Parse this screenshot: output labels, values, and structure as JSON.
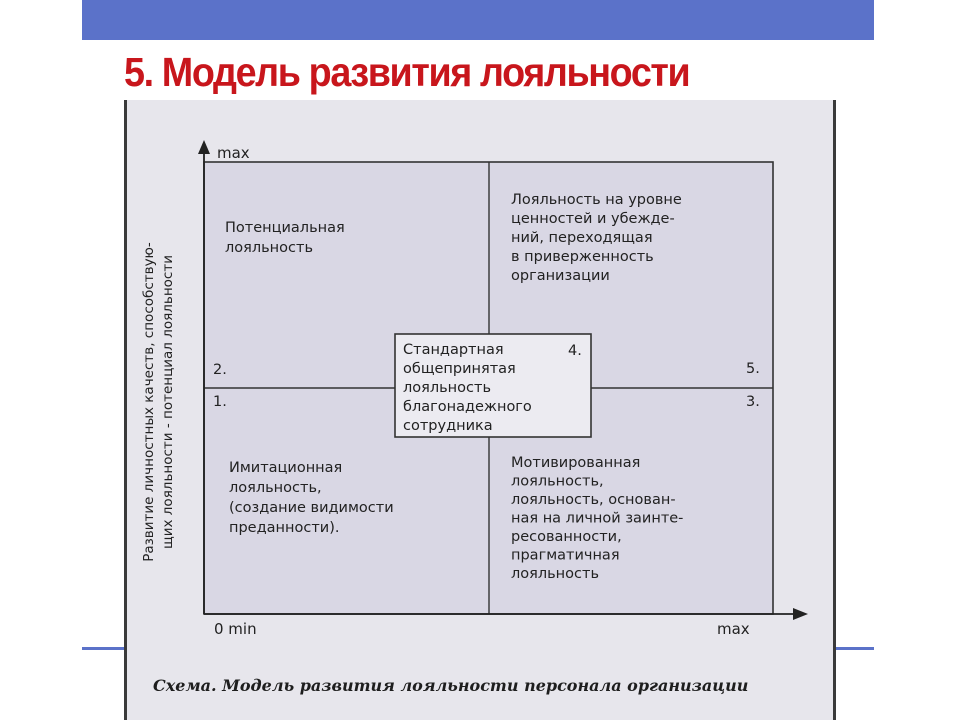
{
  "slide": {
    "title": "5. Модель развития  лояльности",
    "caption": "Схема. Модель развития лояльности персонала организации"
  },
  "axes": {
    "y_max": "max",
    "x_max": "max",
    "origin": "0 min",
    "y_label_line1": "Развитие личностных качеств, способствую-",
    "y_label_line2": "щих лояльности - потенциал лояльности"
  },
  "quadrants": {
    "top_left": [
      "Потенциальная",
      "лояльность"
    ],
    "top_right": [
      "Лояльность на уровне",
      "ценностей и убежде-",
      "ний, переходящая",
      "в приверженность",
      "организации"
    ],
    "bottom_left": [
      "Имитационная",
      "лояльность,",
      "(создание видимости",
      "преданности)."
    ],
    "bottom_right": [
      "Мотивированная",
      "лояльность,",
      "лояльность, основан-",
      "ная на личной заинте-",
      "ресованности,",
      "прагматичная",
      "лояльность"
    ],
    "center": [
      "Стандартная",
      "общепринятая",
      "лояльность",
      "благонадежного",
      "сотрудника"
    ]
  },
  "numbers": {
    "n1": "1.",
    "n2": "2.",
    "n3": "3.",
    "n4": "4.",
    "n5": "5."
  },
  "colors": {
    "title": "#c8161c",
    "accent_bar": "#5b72c9",
    "quadrant_fill": "#d9d7e4"
  }
}
